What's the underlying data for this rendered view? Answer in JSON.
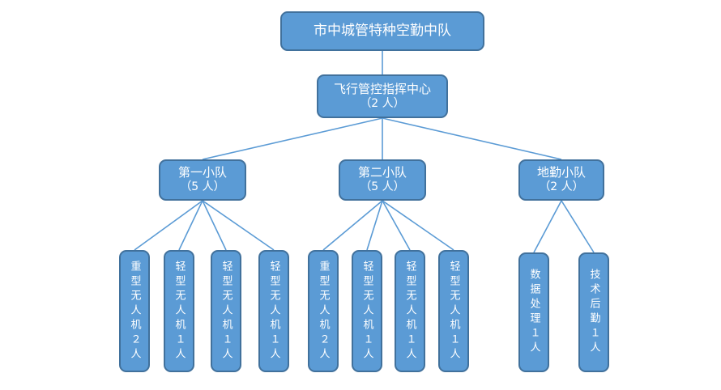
{
  "org_chart": {
    "root": {
      "title": "市中城管特种空勤中队"
    },
    "center": {
      "title": "飞行管控指挥中心",
      "count": "（2 人）"
    },
    "squads": [
      {
        "title": "第一小队",
        "count": "（5 人）"
      },
      {
        "title": "第二小队",
        "count": "（5 人）"
      },
      {
        "title": "地勤小队",
        "count": "（2 人）"
      }
    ],
    "units": [
      {
        "label": "重型无人机２人"
      },
      {
        "label": "轻型无人机１人"
      },
      {
        "label": "轻型无人机１人"
      },
      {
        "label": "轻型无人机１人"
      },
      {
        "label": "重型无人机２人"
      },
      {
        "label": "轻型无人机１人"
      },
      {
        "label": "轻型无人机１人"
      },
      {
        "label": "轻型无人机１人"
      },
      {
        "label": "数据处理１人"
      },
      {
        "label": "技术后勤１人"
      }
    ]
  },
  "colors": {
    "box_fill": "#5b9bd5",
    "box_border": "#41719c",
    "line": "#5b9bd5",
    "text": "#ffffff"
  }
}
